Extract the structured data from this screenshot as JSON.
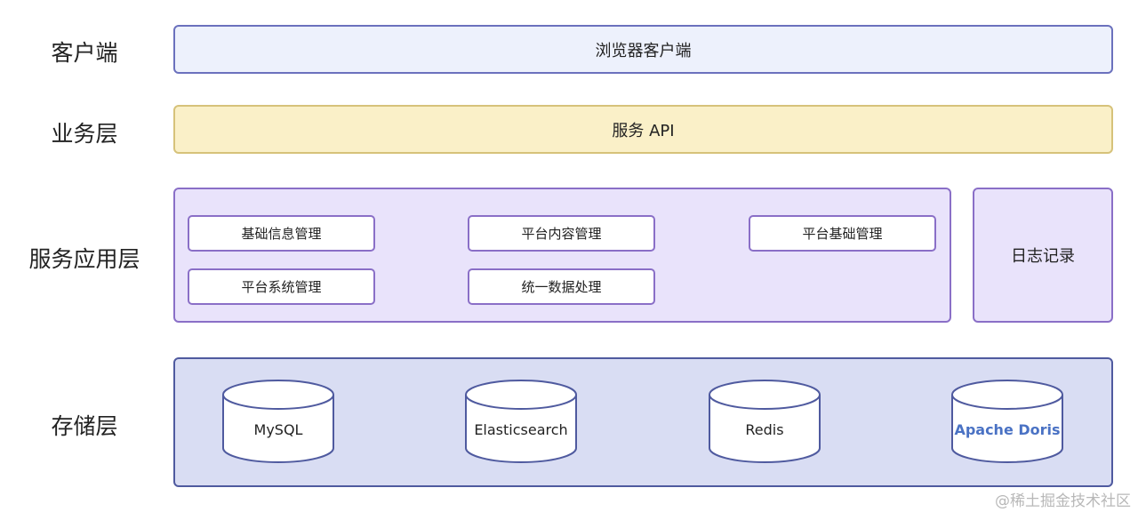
{
  "layers": {
    "client": "客户端",
    "business": "业务层",
    "service": "服务应用层",
    "storage": "存储层"
  },
  "client_box": "浏览器客户端",
  "business_box": "服务 API",
  "service_modules": [
    "基础信息管理",
    "平台内容管理",
    "平台基础管理",
    "平台系统管理",
    "统一数据处理"
  ],
  "log_box": "日志记录",
  "storage_items": [
    "MySQL",
    "Elasticsearch",
    "Redis",
    "Apache Doris"
  ],
  "watermark": "@稀土掘金技术社区",
  "colors": {
    "client_fill": "#edf1fc",
    "client_border": "#6b71bd",
    "business_fill": "#faf0c8",
    "business_border": "#d6c27a",
    "service_fill": "#e9e3fb",
    "service_border": "#8a6fc7",
    "storage_fill": "#d9ddf3",
    "storage_border": "#4f5a9f",
    "highlight_text": "#4a72c4"
  }
}
